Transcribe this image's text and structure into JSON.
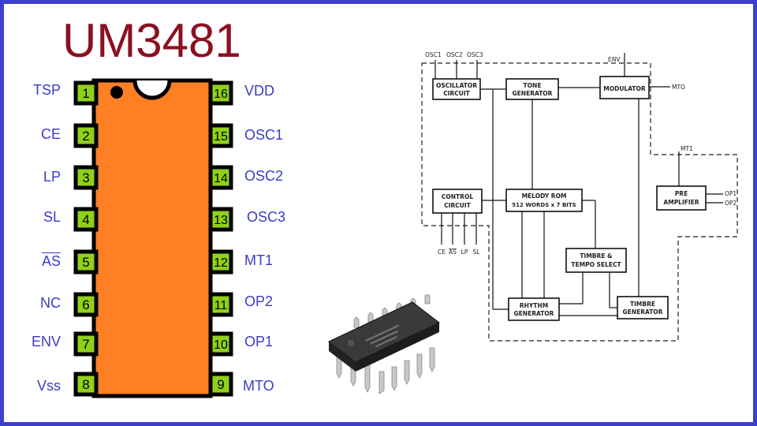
{
  "title": "UM3481",
  "pins": [
    {
      "num": "1",
      "name": "TSP"
    },
    {
      "num": "2",
      "name": "CE"
    },
    {
      "num": "3",
      "name": "LP"
    },
    {
      "num": "4",
      "name": "SL"
    },
    {
      "num": "5",
      "name": "AS"
    },
    {
      "num": "6",
      "name": "NC"
    },
    {
      "num": "7",
      "name": "ENV"
    },
    {
      "num": "8",
      "name": "Vss"
    },
    {
      "num": "9",
      "name": "MTO"
    },
    {
      "num": "10",
      "name": "OP1"
    },
    {
      "num": "11",
      "name": "OP2"
    },
    {
      "num": "12",
      "name": "MT1"
    },
    {
      "num": "13",
      "name": "OSC3"
    },
    {
      "num": "14",
      "name": "OSC2"
    },
    {
      "num": "15",
      "name": "OSC1"
    },
    {
      "num": "16",
      "name": "VDD"
    }
  ],
  "block_diagram": {
    "osc_inputs": [
      "OSC1",
      "OSC2",
      "OSC3"
    ],
    "env_label": "ENV",
    "blocks": {
      "oscillator": [
        "OSCILLATOR",
        "CIRCUIT"
      ],
      "tone": [
        "TONE",
        "GENERATOR"
      ],
      "modulator": [
        "MODULATOR"
      ],
      "control": [
        "CONTROL",
        "CIRCUIT"
      ],
      "melody": [
        "MELODY ROM",
        "512 WORDS x 7 BITS"
      ],
      "preamp": [
        "PRE",
        "AMPLIFIER"
      ],
      "timbre_tempo": [
        "TIMBRE &",
        "TEMPO SELECT"
      ],
      "rhythm": [
        "RHYTHM",
        "GENERATOR"
      ],
      "timbre_gen": [
        "TIMBRE",
        "GENERATOR"
      ]
    },
    "mto_label": "MTO",
    "mt1_label": "MT1",
    "op1_label": "OP1",
    "op2_label": "OP2",
    "control_inputs": [
      "CE",
      "AS",
      "LP",
      "SL"
    ]
  },
  "colors": {
    "title": "#8b1020",
    "chip_body": "#ff7f24",
    "pin_pad": "#8fd11a",
    "label": "#3b3bc4",
    "frame": "#3d3fcf"
  }
}
